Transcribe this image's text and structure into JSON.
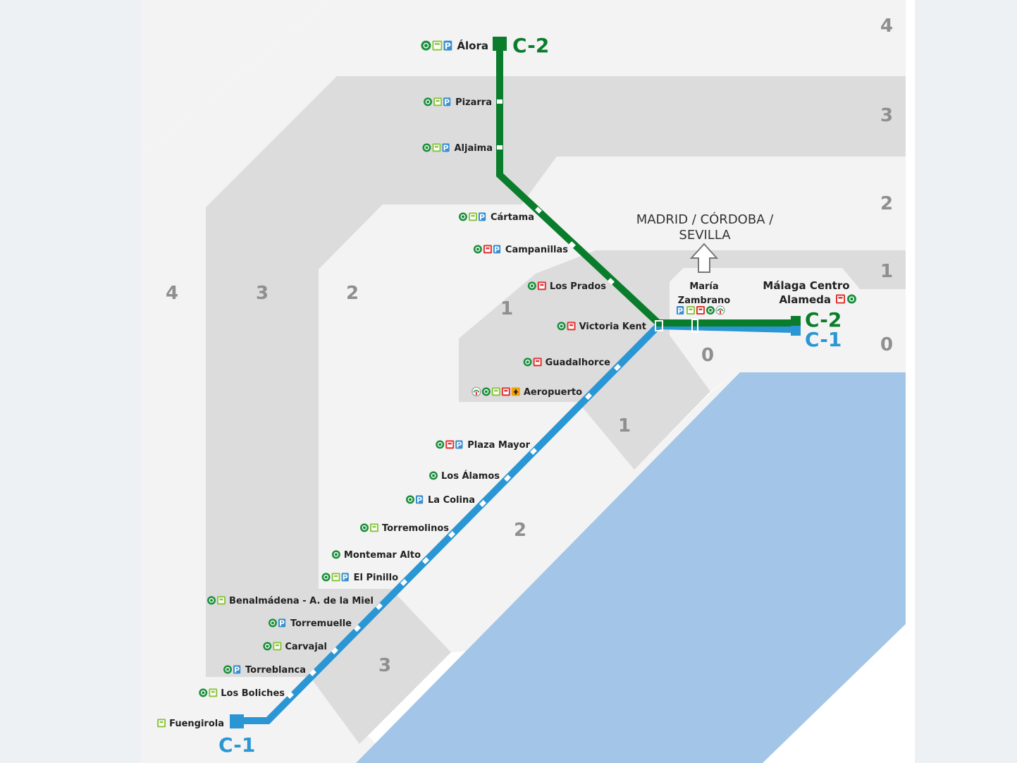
{
  "colors": {
    "line_c1": "#2a96d4",
    "line_c2": "#0a7d2c",
    "sea": "#a3c6e8",
    "zone_dark": "#dcdcdc",
    "zone_light": "#f3f3f3",
    "accessible": "#1a8f3c",
    "bus_green": "#8cc63e",
    "bus_red": "#e23333",
    "parking": "#3a8fd0",
    "airport": "#f2a20d"
  },
  "lines": [
    {
      "id": "c2",
      "label": "C-2",
      "terminus_start": "Álora",
      "terminus_end": "Málaga Centro Alameda"
    },
    {
      "id": "c1",
      "label": "C-1",
      "terminus_start": "Fuengirola",
      "terminus_end": "Málaga Centro Alameda"
    }
  ],
  "zones": {
    "c2_side": [
      "4",
      "3",
      "2",
      "1",
      "0"
    ],
    "c1_side": [
      "4",
      "3",
      "2",
      "1",
      "0"
    ],
    "center": "0"
  },
  "destination": "MADRID / CÓRDOBA / SEVILLA",
  "stations": [
    {
      "key": "alora",
      "name": "Álora",
      "icons": [
        "accessible-icon",
        "bus-green-icon",
        "parking-icon"
      ]
    },
    {
      "key": "pizarra",
      "name": "Pizarra",
      "icons": [
        "accessible-icon",
        "bus-green-icon",
        "parking-icon"
      ]
    },
    {
      "key": "aljaima",
      "name": "Aljaima",
      "icons": [
        "accessible-icon",
        "bus-green-icon",
        "parking-icon"
      ]
    },
    {
      "key": "cartama",
      "name": "Cártama",
      "icons": [
        "accessible-icon",
        "bus-green-icon",
        "parking-icon"
      ]
    },
    {
      "key": "campanillas",
      "name": "Campanillas",
      "icons": [
        "accessible-icon",
        "bus-red-icon",
        "parking-icon"
      ]
    },
    {
      "key": "losprados",
      "name": "Los Prados",
      "icons": [
        "accessible-icon",
        "bus-red-icon"
      ]
    },
    {
      "key": "victoriakent",
      "name": "Victoria Kent",
      "icons": [
        "accessible-icon",
        "bus-red-icon"
      ]
    },
    {
      "key": "guadalhorce",
      "name": "Guadalhorce",
      "icons": [
        "accessible-icon",
        "bus-red-icon"
      ]
    },
    {
      "key": "aeropuerto",
      "name": "Aeropuerto",
      "icons": [
        "taxi-icon",
        "accessible-icon",
        "bus-green-icon",
        "bus-red-icon",
        "airplane-icon"
      ]
    },
    {
      "key": "plazamayor",
      "name": "Plaza Mayor",
      "icons": [
        "accessible-icon",
        "bus-red-icon",
        "parking-icon"
      ]
    },
    {
      "key": "losalamos",
      "name": "Los Álamos",
      "icons": [
        "accessible-icon"
      ]
    },
    {
      "key": "lacolina",
      "name": "La Colina",
      "icons": [
        "accessible-icon",
        "parking-icon"
      ]
    },
    {
      "key": "torremolinos",
      "name": "Torremolinos",
      "icons": [
        "accessible-icon",
        "bus-green-icon"
      ]
    },
    {
      "key": "montemar",
      "name": "Montemar Alto",
      "icons": [
        "accessible-icon"
      ]
    },
    {
      "key": "elpinillo",
      "name": "El Pinillo",
      "icons": [
        "accessible-icon",
        "bus-green-icon",
        "parking-icon"
      ]
    },
    {
      "key": "benalmadena",
      "name": "Benalmádena - A. de la Miel",
      "icons": [
        "accessible-icon",
        "bus-green-icon"
      ]
    },
    {
      "key": "torremuelle",
      "name": "Torremuelle",
      "icons": [
        "accessible-icon",
        "parking-icon"
      ]
    },
    {
      "key": "carvajal",
      "name": "Carvajal",
      "icons": [
        "accessible-icon",
        "bus-green-icon"
      ]
    },
    {
      "key": "torreblanca",
      "name": "Torreblanca",
      "icons": [
        "accessible-icon",
        "parking-icon"
      ]
    },
    {
      "key": "losboliches",
      "name": "Los Boliches",
      "icons": [
        "accessible-icon",
        "bus-green-icon"
      ]
    },
    {
      "key": "fuengirola",
      "name": "Fuengirola",
      "icons": [
        "bus-green-icon"
      ]
    },
    {
      "key": "mariazambrano",
      "name": "María Zambrano",
      "name_lines": [
        "María",
        "Zambrano"
      ],
      "icons": [
        "parking-icon",
        "bus-green-icon",
        "bus-red-icon",
        "accessible-icon",
        "taxi-icon"
      ]
    },
    {
      "key": "malagacentro",
      "name": "Málaga Centro Alameda",
      "name_lines": [
        "Málaga Centro",
        "Alameda"
      ],
      "icons": [
        "bus-red-icon",
        "accessible-icon"
      ]
    }
  ]
}
